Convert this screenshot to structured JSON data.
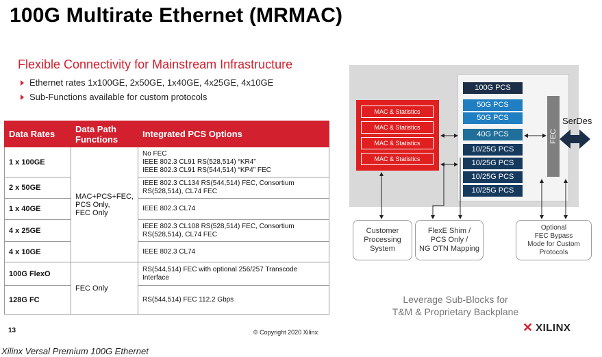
{
  "slide": {
    "title": "100G Multirate Ethernet (MRMAC)",
    "subtitle": "Flexible Connectivity for Mainstream Infrastructure",
    "bullets": [
      "Ethernet rates 1x100GE, 2x50GE, 1x40GE, 4x25GE, 4x10GE",
      "Sub-Functions available for custom protocols"
    ],
    "page_number": "13",
    "copyright": "© Copyright 2020 Xilinx"
  },
  "table": {
    "headers": [
      "Data Rates",
      "Data Path Functions",
      "Integrated PCS Options"
    ],
    "rows": [
      {
        "rate": "1 x 100GE",
        "pcs": [
          "No FEC",
          "IEEE 802.3 CL91 RS(528,514) “KR4”",
          "IEEE 802.3 CL91 RS(544,514) “KP4” FEC"
        ]
      },
      {
        "rate": "2 x 50GE",
        "pcs": [
          "IEEE 802.3 CL134 RS(544,514) FEC, Consortium",
          "RS(528,514), CL74 FEC"
        ]
      },
      {
        "rate": "1 x 40GE",
        "pcs": [
          "IEEE 802.3 CL74"
        ]
      },
      {
        "rate": "4 x 25GE",
        "pcs": [
          "IEEE 802.3 CL108 RS(528,514) FEC, Consortium",
          "RS(528,514), CL74 FEC"
        ]
      },
      {
        "rate": "4 x 10GE",
        "pcs": [
          "IEEE 802.3 CL74"
        ]
      },
      {
        "rate": "100G FlexO",
        "pcs": [
          "RS(544,514) FEC with optional 256/257 Transcode",
          "Interface"
        ]
      },
      {
        "rate": "128G FC",
        "pcs": [
          "RS(544,514) FEC 112.2 Gbps"
        ]
      }
    ],
    "functions_group1": [
      "MAC+PCS+FEC,",
      "PCS Only,",
      "FEC Only"
    ],
    "functions_group2": "FEC Only"
  },
  "diagram": {
    "mac_blocks": [
      "MAC & Statistics",
      "MAC & Statistics",
      "MAC & Statistics",
      "MAC & Statistics"
    ],
    "pcs_blocks": [
      {
        "label": "100G PCS",
        "color": "#1c2e48"
      },
      {
        "label": "50G PCS",
        "color": "#1f7fc2"
      },
      {
        "label": "50G PCS",
        "color": "#1f7fc2"
      },
      {
        "label": "40G PCS",
        "color": "#1f6f9a"
      },
      {
        "label": "10/25G PCS",
        "color": "#163a5e"
      },
      {
        "label": "10/25G PCS",
        "color": "#163a5e"
      },
      {
        "label": "10/25G PCS",
        "color": "#163a5e"
      },
      {
        "label": "10/25G PCS",
        "color": "#163a5e"
      }
    ],
    "fec_label": "FEC",
    "serdes_label": "SerDes",
    "customer_box": [
      "Customer",
      "Processing",
      "System"
    ],
    "flexe_box": [
      "FlexE Shim /",
      "PCS Only /",
      "NG OTN Mapping"
    ],
    "optional_box": [
      "Optional",
      "FEC Bypass",
      "Mode for Custom",
      "Protocols"
    ],
    "leverage": [
      "Leverage Sub-Blocks for",
      "T&M & Proprietary Backplane"
    ],
    "logo_text": "XILINX"
  },
  "caption": "Xilinx Versal Premium 100G Ethernet",
  "colors": {
    "brand_red": "#d2202f",
    "mac_red": "#e02020",
    "fec_gray": "#7f7f7f",
    "serdes_navy": "#1c2e48"
  }
}
